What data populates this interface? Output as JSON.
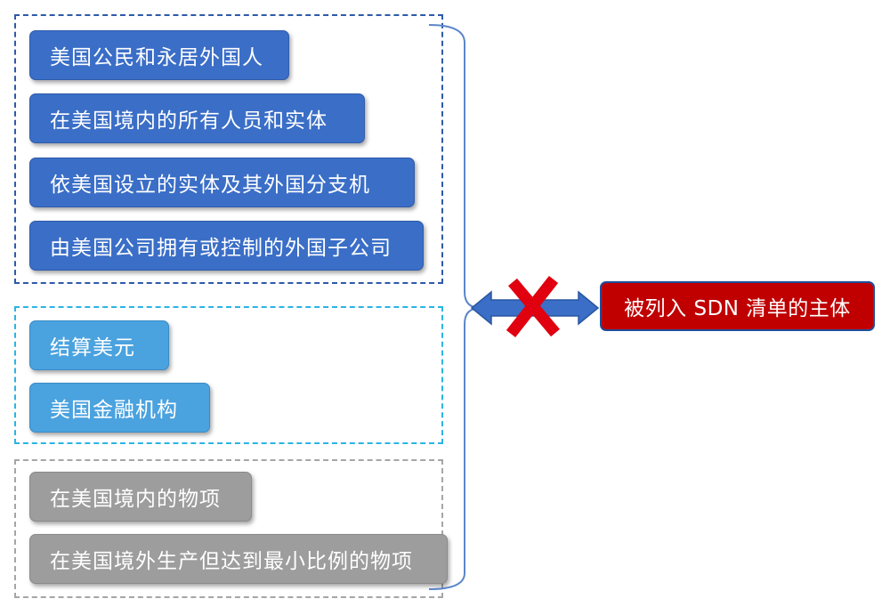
{
  "groups": [
    {
      "items": [
        "美国公民和永居外国人",
        "在美国境内的所有人员和实体",
        "依美国设立的实体及其外国分支机",
        "由美国公司拥有或控制的外国子公司"
      ]
    },
    {
      "items": [
        "结算美元",
        "美国金融机构"
      ]
    },
    {
      "items": [
        "在美国境内的物项",
        "在美国境外生产但达到最小比例的物项"
      ]
    }
  ],
  "target": "被列入 SDN 清单的主体",
  "colors": {
    "group1_box": "#3a6ec7",
    "group2_box": "#4aa2df",
    "group3_box": "#9d9d9d",
    "target_box": "#c00000",
    "arrow": "#3a6ec7",
    "cross": "#e0000f"
  }
}
